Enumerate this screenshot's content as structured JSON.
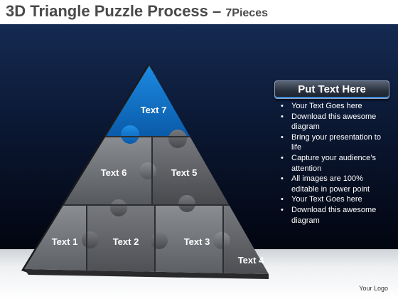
{
  "title": {
    "main": "3D Triangle Puzzle Process",
    "separator": " – ",
    "sub": "7Pieces"
  },
  "pieces": [
    {
      "label": "Text 1"
    },
    {
      "label": "Text 2"
    },
    {
      "label": "Text 3"
    },
    {
      "label": "Text 4"
    },
    {
      "label": "Text 5"
    },
    {
      "label": "Text 6"
    },
    {
      "label": "Text 7"
    }
  ],
  "panel": {
    "header": "Put Text Here",
    "bullets": [
      "Your Text Goes here",
      "Download this awesome diagram",
      "Bring your presentation to life",
      "Capture your audience’s attention",
      "All images are 100% editable in power point",
      "Your Text Goes here",
      "Download this awesome diagram"
    ]
  },
  "footer": {
    "logo": "Your Logo"
  },
  "colors": {
    "accent_piece": "#1f86d6",
    "grey_piece": "#6b6e73",
    "background": "#0b1833"
  }
}
